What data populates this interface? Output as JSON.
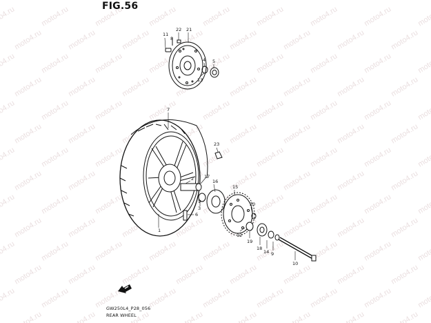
{
  "figure": {
    "title": "FIG.56",
    "code": "GW250L4_P28_056",
    "name": "REAR WHEEL"
  },
  "watermark": "moto4.ru",
  "callouts": [
    "11",
    "8",
    "22",
    "21",
    "4",
    "5",
    "13",
    "7",
    "23",
    "2",
    "17",
    "16",
    "3",
    "6",
    "15",
    "20",
    "1",
    "5",
    "12",
    "19",
    "18",
    "14",
    "9",
    "10"
  ],
  "icons": {
    "front_indicator": "front-arrow-icon"
  },
  "colors": {
    "line": "#111111",
    "watermark": "#eadfe0",
    "background": "#ffffff"
  }
}
